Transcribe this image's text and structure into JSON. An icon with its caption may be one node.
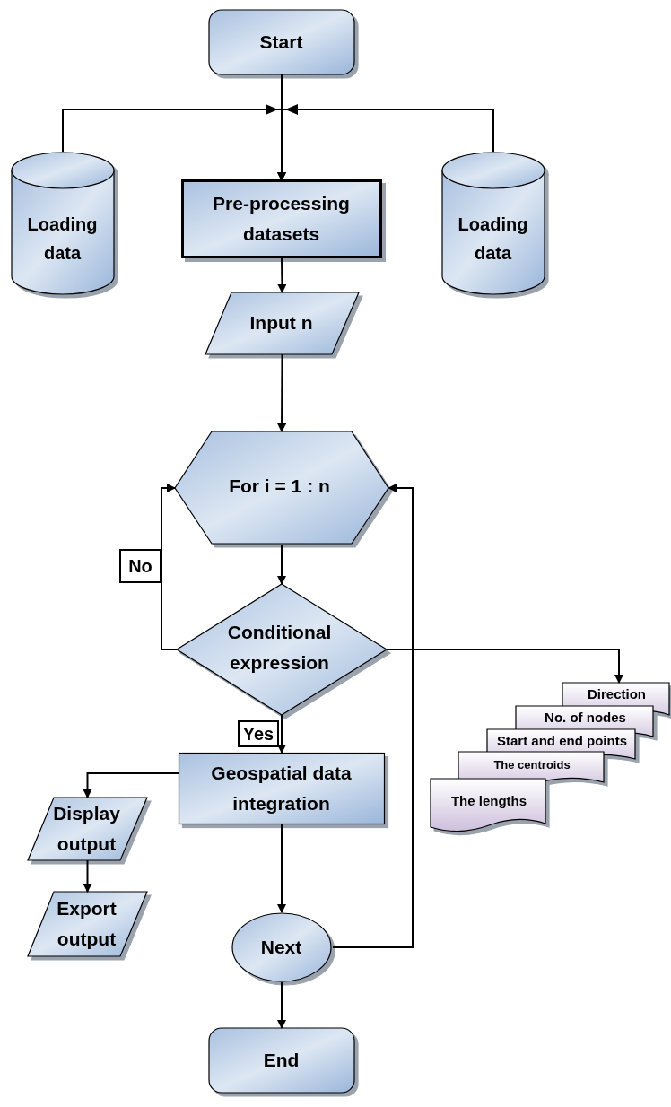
{
  "diagram": {
    "nodes": [
      {
        "text": [
          "Start"
        ]
      },
      {
        "text": [
          "Loading data"
        ]
      },
      {
        "text": [
          "Pre-processing datasets"
        ]
      },
      {
        "text": [
          "Loading data"
        ]
      },
      {
        "text": [
          "Input n"
        ]
      },
      {
        "text": [
          "For i = 1 : n"
        ]
      },
      {
        "text": [
          "Conditional expression"
        ]
      },
      {
        "text": [
          "Direction"
        ]
      },
      {
        "text": [
          "No. of nodes"
        ]
      },
      {
        "text": [
          "Start and end points"
        ]
      },
      {
        "text": [
          "The centroids"
        ]
      },
      {
        "text": [
          "The lengths"
        ]
      },
      {
        "text": [
          "Geospatial data integration"
        ]
      },
      {
        "text": [
          "Display output"
        ]
      },
      {
        "text": [
          "Export output"
        ]
      },
      {
        "text": [
          "Next"
        ]
      },
      {
        "text": [
          "End"
        ]
      }
    ],
    "edges": [
      {
        "from": 0,
        "to": 2,
        "arrow": "to"
      },
      {
        "from": 1,
        "to": 2,
        "arrow": "to"
      },
      {
        "from": 3,
        "to": 2,
        "arrow": "to"
      },
      {
        "from": 2,
        "to": 4,
        "arrow": "to"
      },
      {
        "from": 4,
        "to": 5,
        "arrow": "to"
      },
      {
        "from": 5,
        "to": 6,
        "arrow": "to"
      },
      {
        "from": 6,
        "to": 5,
        "arrow": "to",
        "label": "No"
      },
      {
        "from": 6,
        "to": 7,
        "arrow": "to"
      },
      {
        "from": 6,
        "to": 12,
        "arrow": "to",
        "label": "Yes"
      },
      {
        "from": 12,
        "to": 13,
        "arrow": "to"
      },
      {
        "from": 13,
        "to": 14,
        "arrow": "to"
      },
      {
        "from": 12,
        "to": 15,
        "arrow": "to"
      },
      {
        "from": 15,
        "to": 5,
        "arrow": "to"
      },
      {
        "from": 15,
        "to": 16,
        "arrow": "to"
      }
    ]
  }
}
